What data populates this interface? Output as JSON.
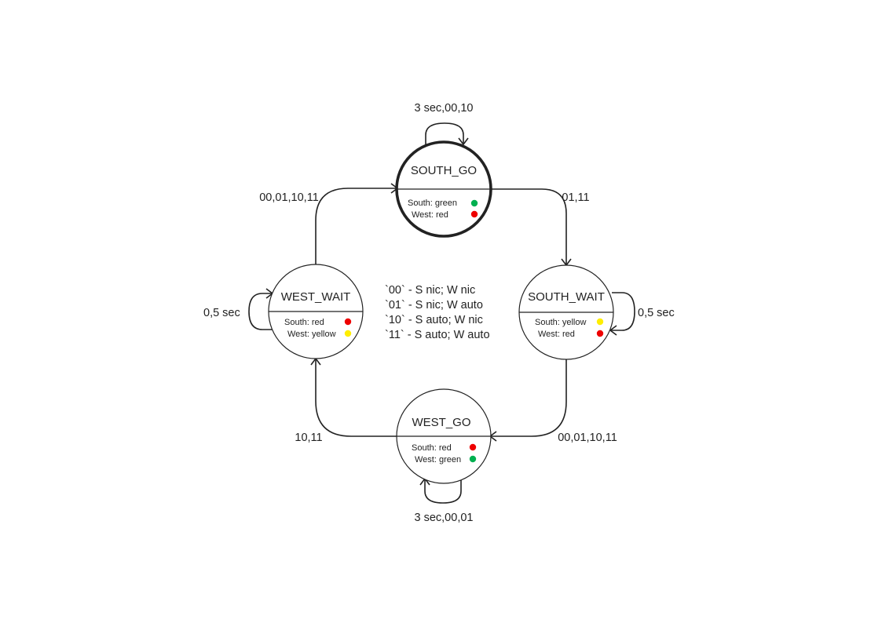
{
  "colors": {
    "green": "#00b050",
    "red": "#ee0000",
    "yellow": "#ffee00",
    "stroke": "#222222"
  },
  "states": {
    "south_go": {
      "name": "SOUTH_GO",
      "south": "South: green",
      "west": "West: red",
      "south_light": "green",
      "west_light": "red",
      "initial": true
    },
    "south_wait": {
      "name": "SOUTH_WAIT",
      "south": "South: yellow",
      "west": "West: red",
      "south_light": "yellow",
      "west_light": "red"
    },
    "west_go": {
      "name": "WEST_GO",
      "south": "South: red",
      "west": "West: green",
      "south_light": "red",
      "west_light": "green"
    },
    "west_wait": {
      "name": "WEST_WAIT",
      "south": "South: red",
      "west": "West: yellow",
      "south_light": "red",
      "west_light": "yellow"
    }
  },
  "transitions": {
    "south_go_self": "3 sec,00,10",
    "south_go_to_south_wait": "01,11",
    "south_wait_self": "0,5 sec",
    "south_wait_to_west_go": "00,01,10,11",
    "west_go_self": "3 sec,00,01",
    "west_go_to_west_wait": "10,11",
    "west_wait_self": "0,5 sec",
    "west_wait_to_south_go": "00,01,10,11"
  },
  "legend": [
    "`00` - S nic; W nic",
    "`01` - S nic; W auto",
    "`10` - S auto; W nic",
    "`11` - S auto; W auto"
  ]
}
